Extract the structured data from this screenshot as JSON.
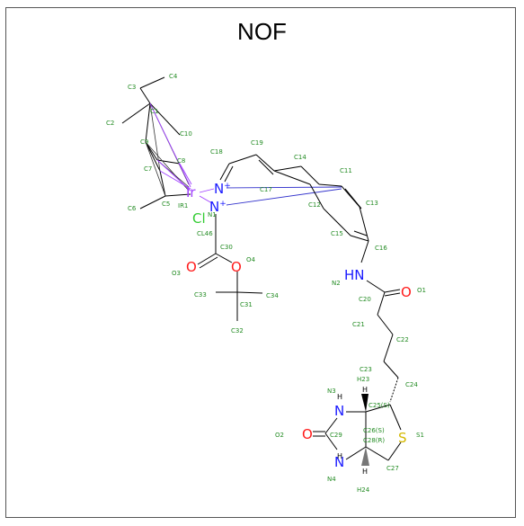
{
  "title": "NOF",
  "atoms": {
    "ir": "Ir",
    "cl": "Cl",
    "n_plus_1": "N",
    "n_plus_2": "N",
    "charge": "+",
    "nh_amide": "HN",
    "o_carbonyl_amide": "O",
    "o_carbonyl_boc": "O",
    "o_ester_boc": "O",
    "o_urea": "O",
    "nh_urea_top": "N",
    "h_urea_top": "H",
    "nh_urea_bottom": "N",
    "h_urea_bottom": "H",
    "s": "S",
    "h_stereo_top": "H",
    "h_stereo_bottom": "H"
  },
  "labels": {
    "c4": "C4",
    "c3": "C3",
    "c1": "C1",
    "c2": "C2",
    "c10": "C10",
    "c9": "C9",
    "c8": "C8",
    "c7": "C7",
    "c5": "C5",
    "c6": "C6",
    "ir1": "IR1",
    "n1": "N1",
    "cl46": "CL46",
    "c18": "C18",
    "c19": "C19",
    "c14": "C14",
    "c11": "C11",
    "c17": "C17",
    "c13": "C13",
    "c12": "C12",
    "c15": "C15",
    "c16": "C16",
    "c30": "C30",
    "o4": "O4",
    "o3": "O3",
    "c33": "C33",
    "c34": "C34",
    "c31": "C31",
    "c32": "C32",
    "n2": "N2",
    "c20": "C20",
    "o1": "O1",
    "c21": "C21",
    "c22": "C22",
    "c23": "C23",
    "h23": "H23",
    "c24": "C24",
    "c25s": "C25(S)",
    "n3": "N3",
    "o2": "O2",
    "c29": "C29",
    "c26s": "C26(S)",
    "c28r": "C28(R)",
    "s1": "S1",
    "n4": "N4",
    "c27": "C27",
    "h24": "H24"
  }
}
